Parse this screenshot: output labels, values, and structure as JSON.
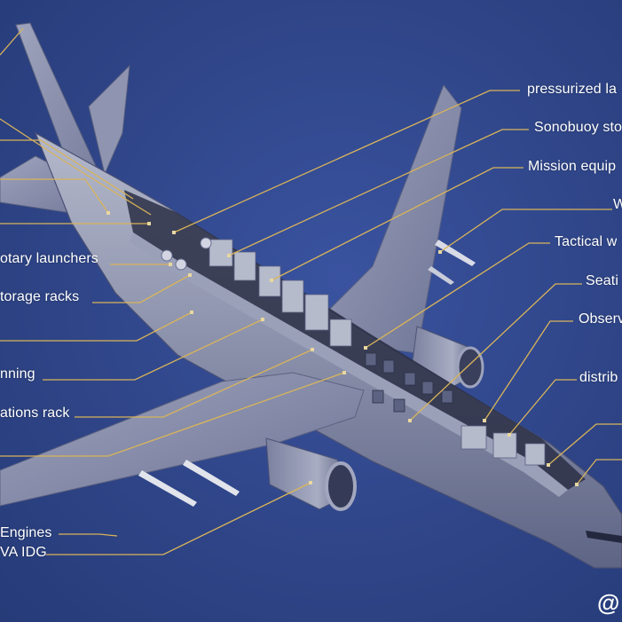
{
  "labels_left": [
    {
      "id": "rotary-launchers",
      "text": "otary launchers"
    },
    {
      "id": "storage-racks",
      "text": "torage racks"
    },
    {
      "id": "conditioning",
      "text": "nning"
    },
    {
      "id": "communications-rack",
      "text": "ations rack"
    },
    {
      "id": "engines",
      "text": "Engines"
    },
    {
      "id": "idg",
      "text": "VA IDG"
    }
  ],
  "labels_right": [
    {
      "id": "pressurized-launcher",
      "text": "pressurized la"
    },
    {
      "id": "sonobuoy-storage",
      "text": "Sonobuoy sto"
    },
    {
      "id": "mission-equipment",
      "text": "Mission equip"
    },
    {
      "id": "weapons",
      "text": "W"
    },
    {
      "id": "tactical-workstations",
      "text": "Tactical w"
    },
    {
      "id": "seating",
      "text": "Seati"
    },
    {
      "id": "observer",
      "text": "Observ"
    },
    {
      "id": "distribution",
      "text": "distrib"
    }
  ],
  "watermark": "@",
  "colors": {
    "background": "#2f4687",
    "leader_line": "#d9b45a",
    "fuselage": "#8d93ad",
    "label_text": "#ffffff"
  }
}
